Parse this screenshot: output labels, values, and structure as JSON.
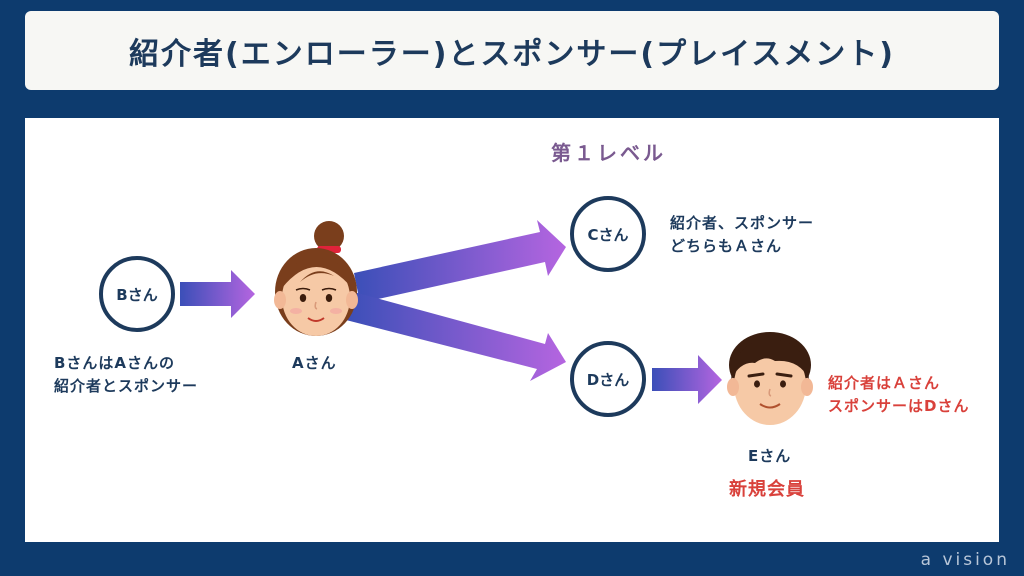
{
  "title": "紹介者(エンローラー)とスポンサー(プレイスメント)",
  "level_label": "第１レベル",
  "nodes": {
    "b": "Bさん",
    "c": "Cさん",
    "d": "Dさん"
  },
  "people": {
    "a": "Aさん",
    "e": "Eさん"
  },
  "notes": {
    "b_line1": "BさんはAさんの",
    "b_line2": "紹介者とスポンサー",
    "c_line1": "紹介者、スポンサー",
    "c_line2": "どちらもＡさん",
    "e_line1": "紹介者はＡさん",
    "e_line2": "スポンサーはDさん",
    "new_member": "新規会員"
  },
  "watermark": "a vision",
  "colors": {
    "background": "#0d3b6e",
    "node_border": "#1d3a5c",
    "accent_red": "#d9413b",
    "level_purple": "#7a5a90",
    "arrow_start": "#3b4fb8",
    "arrow_end": "#b565e0"
  }
}
